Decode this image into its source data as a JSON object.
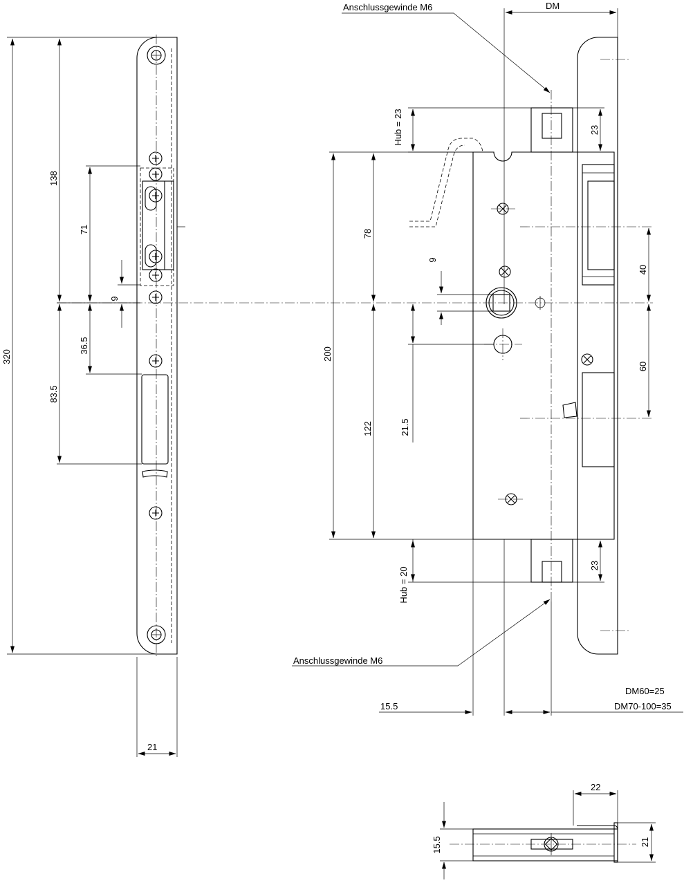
{
  "labels": {
    "thread_top": "Anschlussgewinde M6",
    "thread_bottom": "Anschlussgewinde M6",
    "dm": "DM",
    "dm60": "DM60=25",
    "dm70": "DM70-100=35"
  },
  "dims": {
    "d320": "320",
    "d138": "138",
    "d71": "71",
    "d9_left": "9",
    "d36_5": "36.5",
    "d83_5": "83.5",
    "d21_width": "21",
    "hub23": "Hub = 23",
    "hub20": "Hub = 20",
    "d200": "200",
    "d78": "78",
    "d122": "122",
    "d9_mid": "9",
    "d21_5": "21.5",
    "d23_top": "23",
    "d23_bottom": "23",
    "d40": "40",
    "d60": "60",
    "d15_5": "15.5",
    "d22": "22",
    "d15_5_bottom": "15.5",
    "d21_bottom": "21"
  }
}
